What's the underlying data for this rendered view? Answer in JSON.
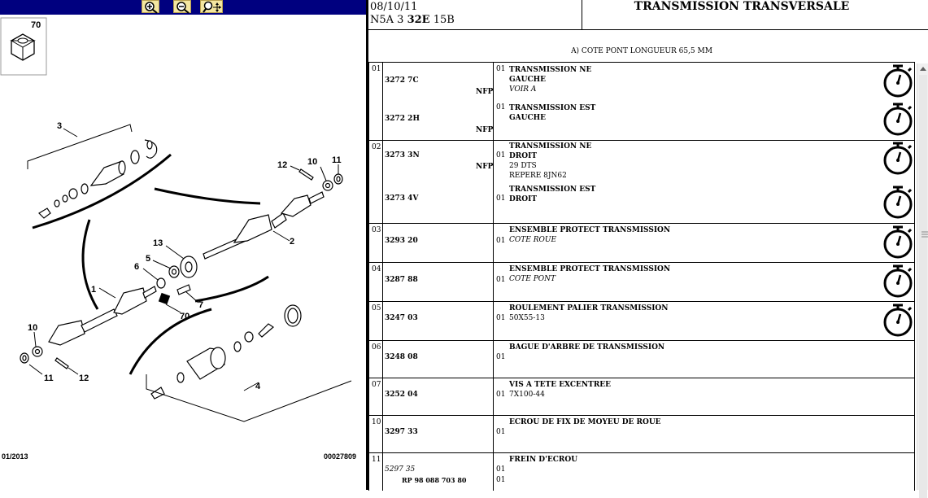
{
  "toolbar": {
    "buttons": [
      {
        "icon": "zoom-in-icon"
      },
      {
        "icon": "zoom-out-icon"
      },
      {
        "icon": "zoom-pan-icon"
      }
    ]
  },
  "diagram": {
    "callouts": {
      "c70top": "70",
      "c3": "3",
      "c12a": "12",
      "c10a": "10",
      "c11a": "11",
      "c2": "2",
      "c13": "13",
      "c5": "5",
      "c6": "6",
      "c1": "1",
      "c7": "7",
      "c70": "70",
      "c10b": "10",
      "c11b": "11",
      "c12b": "12",
      "c4": "4"
    },
    "footer_left": "01/2013",
    "footer_right": "00027809"
  },
  "header": {
    "date": "08/10/11",
    "code_pre": "N5A 3 ",
    "code_bold": "32E",
    "code_post": " 15B",
    "title": "TRANSMISSION TRANSVERSALE"
  },
  "note": "A) COTE PONT LONGUEUR 65,5 MM",
  "rows": [
    {
      "pos": "01",
      "items": [
        {
          "ref": "3272 7C",
          "nfp": "NFP",
          "qty": "01",
          "desc": [
            "TRANSMISSION NE",
            "GAUCHE"
          ],
          "desc_italic": [
            "VOIR A"
          ]
        },
        {
          "ref": "3272 2H",
          "nfp": "NFP",
          "qty": "01",
          "desc": [
            "TRANSMISSION EST",
            "GAUCHE"
          ],
          "desc_italic": []
        }
      ]
    },
    {
      "pos": "02",
      "items": [
        {
          "ref": "3273 3N",
          "nfp": "NFP",
          "qty": "01",
          "desc": [
            "TRANSMISSION NE",
            "DROIT"
          ],
          "desc_plain": [
            "29 DTS",
            "REPERE 8JN62"
          ]
        },
        {
          "ref": "3273 4V",
          "nfp": "",
          "qty": "01",
          "desc": [
            "TRANSMISSION EST",
            "DROIT"
          ],
          "desc_plain": []
        }
      ]
    },
    {
      "pos": "03",
      "ref": "3293 20",
      "qty": "01",
      "desc": "ENSEMBLE PROTECT TRANSMISSION",
      "sub": "COTE ROUE",
      "sub_style": "italic"
    },
    {
      "pos": "04",
      "ref": "3287 88",
      "qty": "01",
      "desc": "ENSEMBLE PROTECT TRANSMISSION",
      "sub": "COTE PONT",
      "sub_style": "italic"
    },
    {
      "pos": "05",
      "ref": "3247 03",
      "qty": "01",
      "desc": "ROULEMENT PALIER TRANSMISSION",
      "sub": "50X55-13",
      "sub_style": "plain"
    },
    {
      "pos": "06",
      "ref": "3248 08",
      "qty": "01",
      "desc": "BAGUE D'ARBRE DE TRANSMISSION",
      "sub": "",
      "sub_style": "plain"
    },
    {
      "pos": "07",
      "ref": "3252 04",
      "qty": "01",
      "desc": "VIS A TETE EXCENTREE",
      "sub": "7X100-44",
      "sub_style": "plain"
    },
    {
      "pos": "10",
      "ref": "3297 33",
      "qty": "01",
      "desc": "ECROU DE FIX DE MOYEU DE ROUE",
      "sub": "",
      "sub_style": "plain"
    },
    {
      "pos": "11",
      "ref": "5297 35",
      "ref2": "RP 98 088 703 80",
      "qty": "01",
      "qty2": "01",
      "desc": "FREIN D'ECROU",
      "sub": "",
      "sub_style": "plain"
    }
  ],
  "timer_icon": "stopwatch-icon"
}
